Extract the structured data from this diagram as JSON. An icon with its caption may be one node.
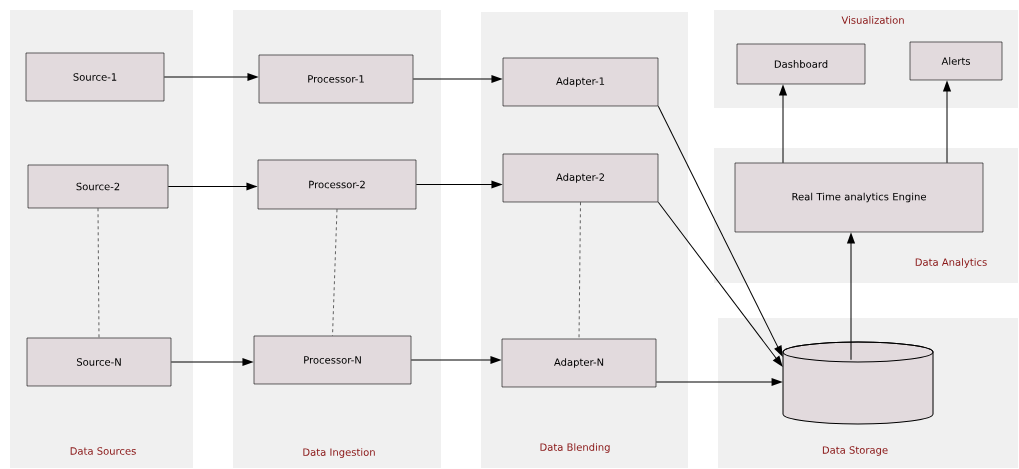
{
  "diagram": {
    "nodes": [
      {
        "text": [
          "Data Sources"
        ]
      },
      {
        "text": [
          "Source-1"
        ],
        "in": 0
      },
      {
        "text": [
          "Source-2"
        ],
        "in": 0
      },
      {
        "text": [
          "Source-N"
        ],
        "in": 0
      },
      {
        "text": [
          "Data Ingestion"
        ]
      },
      {
        "text": [
          "Processor-1"
        ],
        "in": 4
      },
      {
        "text": [
          "Processor-2"
        ],
        "in": 4
      },
      {
        "text": [
          "Processor-N"
        ],
        "in": 4
      },
      {
        "text": [
          "Data Blending"
        ]
      },
      {
        "text": [
          "Adapter-1"
        ],
        "in": 8
      },
      {
        "text": [
          "Adapter-2"
        ],
        "in": 8
      },
      {
        "text": [
          "Adapter-N"
        ],
        "in": 8
      },
      {
        "text": [
          "Visualization"
        ]
      },
      {
        "text": [
          "Dashboard"
        ],
        "in": 12
      },
      {
        "text": [
          "Alerts"
        ],
        "in": 12
      },
      {
        "text": [
          "Data Analytics"
        ]
      },
      {
        "text": [
          "Real Time analytics Engine"
        ],
        "in": 15
      },
      {
        "text": [
          "Data Storage"
        ]
      },
      {
        "text": [],
        "shape": "cylinder",
        "in": 17
      }
    ],
    "edges": [
      {
        "from": 1,
        "to": 5,
        "arrow": "to"
      },
      {
        "from": 2,
        "to": 6,
        "arrow": "to"
      },
      {
        "from": 3,
        "to": 7,
        "arrow": "to"
      },
      {
        "from": 2,
        "to": 3,
        "arrow": "none",
        "style": "dashed"
      },
      {
        "from": 6,
        "to": 7,
        "arrow": "none",
        "style": "dashed"
      },
      {
        "from": 5,
        "to": 9,
        "arrow": "to"
      },
      {
        "from": 6,
        "to": 10,
        "arrow": "to"
      },
      {
        "from": 7,
        "to": 11,
        "arrow": "to"
      },
      {
        "from": 10,
        "to": 11,
        "arrow": "none",
        "style": "dashed"
      },
      {
        "from": 9,
        "to": 18,
        "arrow": "to"
      },
      {
        "from": 10,
        "to": 18,
        "arrow": "to"
      },
      {
        "from": 11,
        "to": 18,
        "arrow": "to"
      },
      {
        "from": 18,
        "to": 16,
        "arrow": "to"
      },
      {
        "from": 16,
        "to": 13,
        "arrow": "to"
      },
      {
        "from": 16,
        "to": 14,
        "arrow": "to"
      }
    ]
  }
}
